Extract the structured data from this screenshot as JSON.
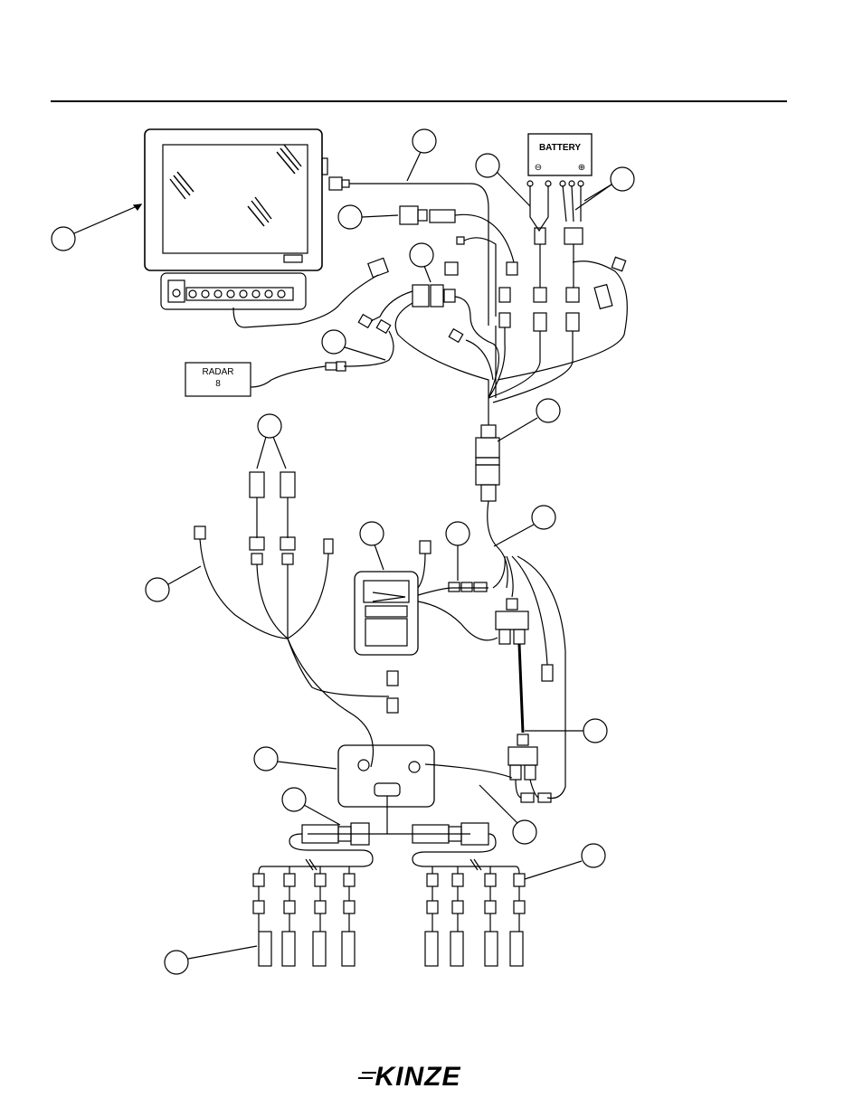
{
  "labels": {
    "battery": "BATTERY",
    "battery_neg": "⊖",
    "battery_pos": "⊕",
    "radar": "RADAR",
    "radar_indicator": "8"
  },
  "logo": {
    "text": "KINZE"
  }
}
